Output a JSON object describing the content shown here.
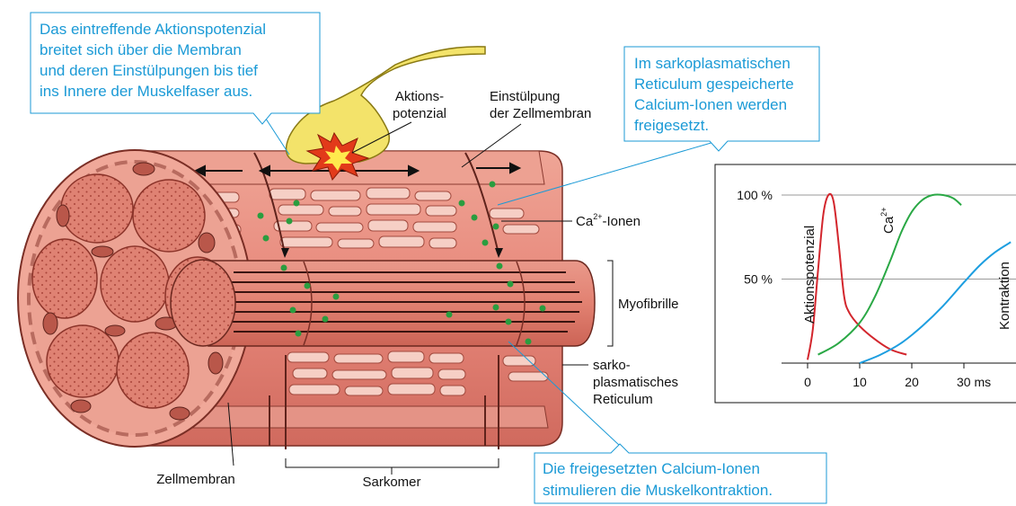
{
  "callouts": {
    "top_left": [
      "Das eintreffende Aktionspotenzial",
      "breitet sich über die Membran",
      "und deren Einstülpungen bis tief",
      "ins Innere der Muskelfaser aus."
    ],
    "top_right": [
      "Im sarkoplasmatischen",
      "Reticulum gespeicherte",
      "Calcium-Ionen werden",
      "freigesetzt."
    ],
    "bottom": [
      "Die freigesetzten Calcium-Ionen",
      "stimulieren die Muskelkontraktion."
    ]
  },
  "labels": {
    "aktionspotenzial": [
      "Aktions-",
      "potenzial"
    ],
    "einstuelpung": [
      "Einstülpung",
      "der Zellmembran"
    ],
    "ca_ionen_base": "Ca",
    "ca_ionen_sup": "2+",
    "ca_ionen_tail": "-Ionen",
    "myofibrille": "Myofibrille",
    "sr": [
      "sarko-",
      "plasmatisches",
      "Reticulum"
    ],
    "zellmembran": "Zellmembran",
    "sarkomer": "Sarkomer"
  },
  "colors": {
    "accent": "#1b9ad6",
    "muscle": "#e8897a",
    "membrane": "#f2b3a5",
    "calcium": "#2a9d3f",
    "nerve": "#f3e36a"
  },
  "chart_data": {
    "type": "line",
    "x_ticks": [
      "0",
      "10",
      "20",
      "30 ms"
    ],
    "y_ticks": [
      "100 %",
      "50 %"
    ],
    "xlim": [
      -5,
      40
    ],
    "ylim": [
      0,
      100
    ],
    "grid": true,
    "series": [
      {
        "name": "Aktionspotenzial",
        "color": "#d3262d",
        "x": [
          0,
          1,
          2,
          3,
          4,
          5,
          6,
          7,
          8,
          10,
          13,
          16,
          19
        ],
        "y": [
          2,
          20,
          55,
          88,
          100,
          96,
          70,
          40,
          30,
          22,
          14,
          8,
          5
        ]
      },
      {
        "name": "Ca",
        "name_sup": "2+",
        "color": "#2aa845",
        "x": [
          2,
          6,
          10,
          13,
          16,
          18,
          20,
          22,
          24,
          26,
          28,
          29.5
        ],
        "y": [
          5,
          12,
          24,
          40,
          62,
          78,
          90,
          97,
          100,
          100,
          98,
          94
        ]
      },
      {
        "name": "Kontraktion",
        "color": "#1d9ee0",
        "x": [
          10,
          14,
          18,
          22,
          26,
          30,
          33,
          36,
          39
        ],
        "y": [
          0,
          5,
          12,
          22,
          34,
          48,
          58,
          66,
          72
        ]
      }
    ]
  }
}
